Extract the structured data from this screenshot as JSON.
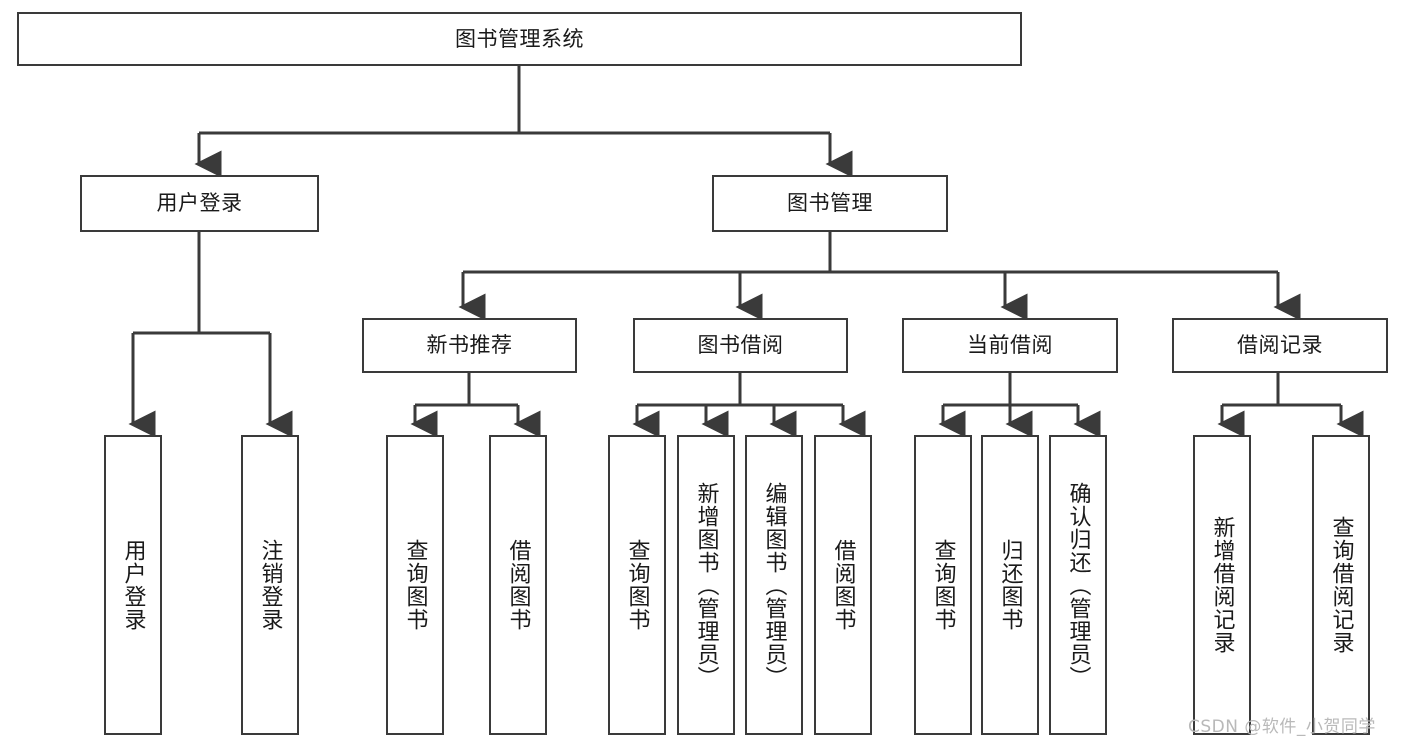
{
  "diagram": {
    "title_node": {
      "label": "图书管理系统"
    },
    "level2": [
      {
        "label": "用户登录"
      },
      {
        "label": "图书管理"
      }
    ],
    "level3": [
      {
        "label": "新书推荐"
      },
      {
        "label": "图书借阅"
      },
      {
        "label": "当前借阅"
      },
      {
        "label": "借阅记录"
      }
    ],
    "leaves": [
      {
        "label": "用户登录"
      },
      {
        "label": "注销登录"
      },
      {
        "label": "查询图书"
      },
      {
        "label": "借阅图书"
      },
      {
        "label": "查询图书"
      },
      {
        "label": "新增图书（管理员）"
      },
      {
        "label": "编辑图书（管理员）"
      },
      {
        "label": "借阅图书"
      },
      {
        "label": "查询图书"
      },
      {
        "label": "归还图书"
      },
      {
        "label": "确认归还（管理员）"
      },
      {
        "label": "新增借阅记录"
      },
      {
        "label": "查询借阅记录"
      }
    ]
  },
  "watermark": {
    "text": "CSDN @软件_小贺同学"
  },
  "colors": {
    "border": "#3a3a3a",
    "background": "#ffffff",
    "text": "#1a1a1a",
    "watermark": "#b9b9b9"
  }
}
